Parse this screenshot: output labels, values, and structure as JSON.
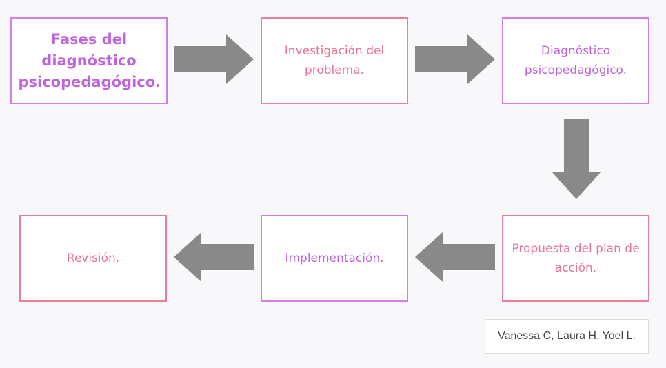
{
  "diagram": {
    "title": "Fases del diagnóstico psicopedagógico.",
    "steps": [
      "Investigación del problema.",
      "Diagnóstico psicopedagógico.",
      "Propuesta del plan de acción.",
      "Implementación.",
      "Revisión."
    ],
    "credit": "Vanessa C, Laura H, Yoel L."
  },
  "colors": {
    "purple": "#c064de",
    "pink": "#e87493",
    "arrow": "#898989"
  }
}
